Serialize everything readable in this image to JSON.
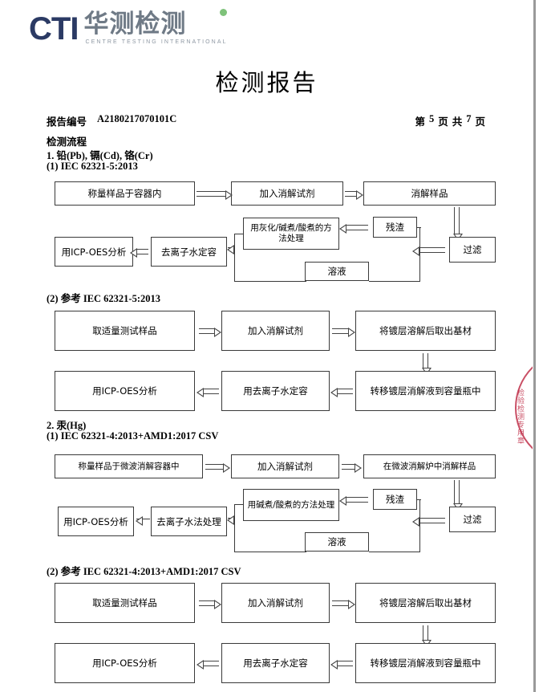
{
  "logo": {
    "mark": "CTI",
    "chinese": "华测检测",
    "english": "CENTRE TESTING INTERNATIONAL",
    "mark_color": "#2b3a64",
    "dot_color": "#7ec27a",
    "chinese_color": "#6f7a86"
  },
  "document": {
    "title": "检测报告",
    "report_no_label": "报告编号",
    "report_no_value": "A2180217070101C",
    "page_current_prefix": "第",
    "page_current": "5",
    "page_current_suffix": "页",
    "page_total_prefix": "共",
    "page_total": "7",
    "page_total_suffix": "页"
  },
  "sections": {
    "flow_heading": "检测流程",
    "s1_title": "1. 铅(Pb), 镉(Cd), 铬(Cr)",
    "s1_sub1": "(1) IEC 62321-5:2013",
    "s1_sub2": "(2) 参考 IEC 62321-5:2013",
    "s2_title": "2. 汞(Hg)",
    "s2_sub1": "(1) IEC 62321-4:2013+AMD1:2017 CSV",
    "s2_sub2": "(2) 参考 IEC 62321-4:2013+AMD1:2017 CSV"
  },
  "flow1": {
    "b1": "称量样品于容器内",
    "b2": "加入消解试剂",
    "b3": "消解样品",
    "b4": "过滤",
    "b5": "残渣",
    "b6": "溶液",
    "b7": "用灰化/碱煮/酸煮的方法处理",
    "b8": "去离子水定容",
    "b9": "用ICP-OES分析"
  },
  "flow2": {
    "b1": "取适量测试样品",
    "b2": "加入消解试剂",
    "b3": "将镀层溶解后取出基材",
    "b4": "转移镀层消解液到容量瓶中",
    "b5": "用去离子水定容",
    "b6": "用ICP-OES分析"
  },
  "flow3": {
    "b1": "称量样品于微波消解容器中",
    "b2": "加入消解试剂",
    "b3": "在微波消解炉中消解样品",
    "b4": "过滤",
    "b5": "残渣",
    "b6": "溶液",
    "b7": "用碱煮/酸煮的方法处理",
    "b8": "去离子水法处理",
    "b9": "用ICP-OES分析"
  },
  "flow4": {
    "b1": "取适量测试样品",
    "b2": "加入消解试剂",
    "b3": "将镀层溶解后取出基材",
    "b4": "转移镀层消解液到容量瓶中",
    "b5": "用去离子水定容",
    "b6": "用ICP-OES分析"
  },
  "stamp": {
    "text": "检验检测专用章",
    "color": "#c0304a"
  }
}
